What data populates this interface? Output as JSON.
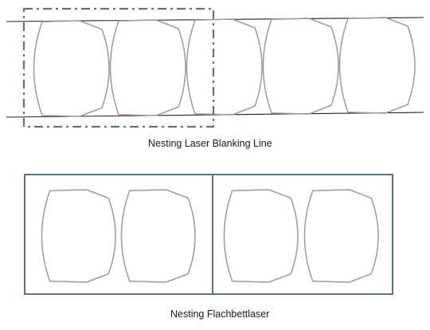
{
  "top_diagram": {
    "caption": "Nesting Laser Blanking Line",
    "blank_count": 5
  },
  "bottom_diagram": {
    "caption": "Nesting Flachbettlaser",
    "blank_count": 4,
    "sheet_count": 2
  },
  "colors": {
    "blank_outline": "#9a9a9a",
    "strip_edge": "#222222",
    "frame": "#5f7380",
    "caption_text": "#1a1a1a"
  }
}
